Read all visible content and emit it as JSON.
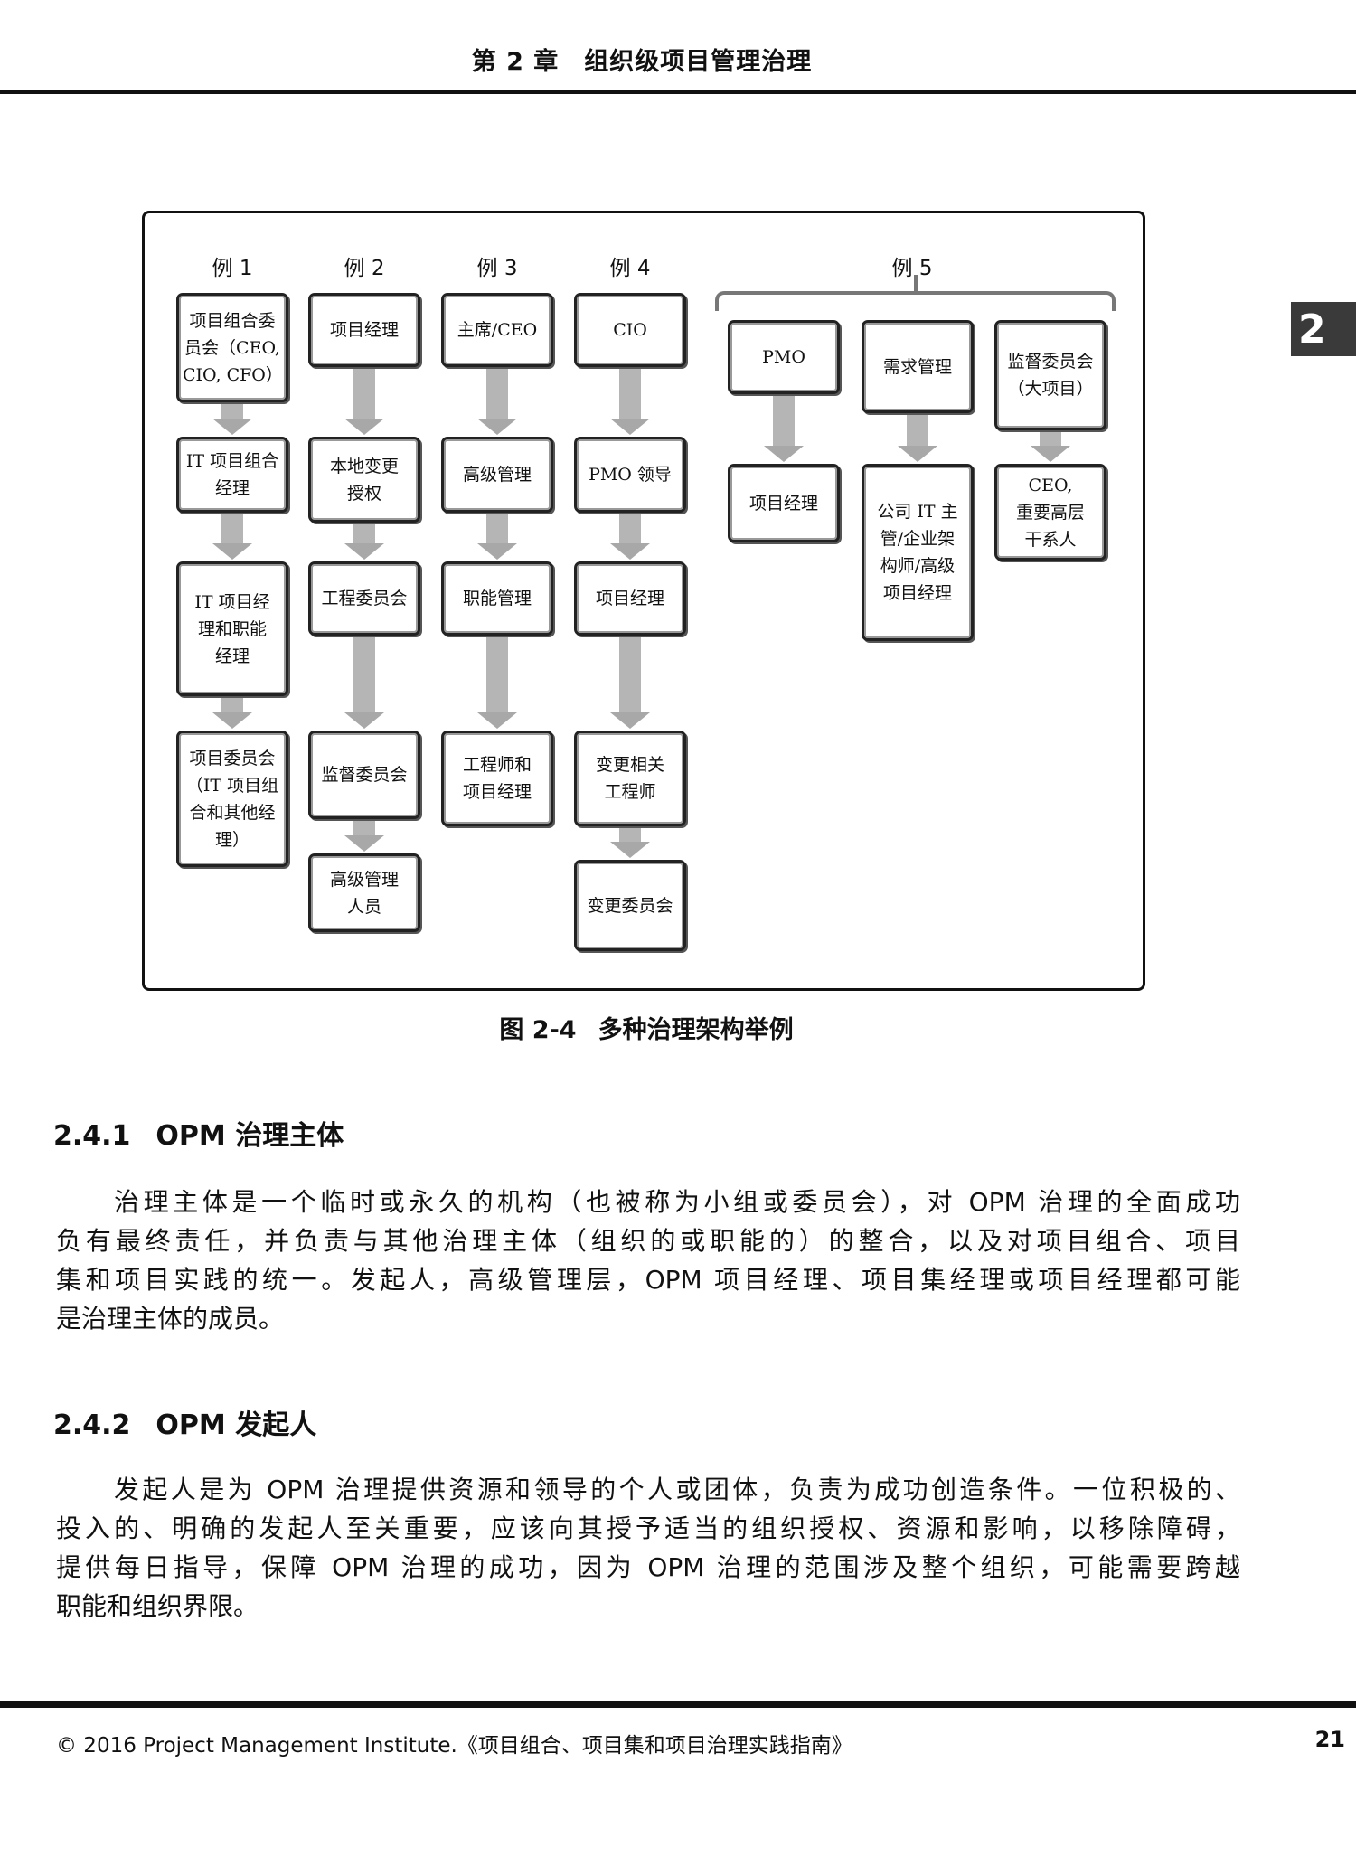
{
  "header": {
    "chapter": "第 2 章",
    "title": "组织级项目管理治理"
  },
  "side_tab": "2",
  "figure": {
    "examples": [
      {
        "label": "例 1",
        "boxes": [
          "项目组合委\n员会（CEO,\nCIO, CFO）",
          "IT 项目组合\n经理",
          "IT 项目经\n理和职能\n经理",
          "项目委员会\n（IT 项目组\n合和其他经\n理）"
        ]
      },
      {
        "label": "例 2",
        "boxes": [
          "项目经理",
          "本地变更\n授权",
          "工程委员会",
          "监督委员会",
          "高级管理\n人员"
        ]
      },
      {
        "label": "例 3",
        "boxes": [
          "主席/CEO",
          "高级管理",
          "职能管理",
          "工程师和\n项目经理"
        ]
      },
      {
        "label": "例 4",
        "boxes": [
          "CIO",
          "PMO 领导",
          "项目经理",
          "变更相关\n工程师",
          "变更委员会"
        ]
      }
    ],
    "example5": {
      "label": "例 5",
      "pairs": [
        [
          "PMO",
          "项目经理"
        ],
        [
          "需求管理",
          "公司 IT 主\n管/企业架\n构师/高级\n项目经理"
        ],
        [
          "监督委员会\n（大项目）",
          "CEO,\n重要高层\n干系人"
        ]
      ]
    },
    "caption_num": "图 2-4",
    "caption_text": "多种治理架构举例"
  },
  "sections": [
    {
      "num": "2.4.1",
      "title": "OPM 治理主体",
      "lines": [
        "治理主体是一个临时或永久的机构（也被称为小组或委员会），对 OPM 治理的全面成功",
        "负有最终责任，并负责与其他治理主体（组织的或职能的）的整合，以及对项目组合、项目",
        "集和项目实践的统一。发起人，高级管理层，OPM 项目经理、项目集经理或项目经理都可能",
        "是治理主体的成员。"
      ]
    },
    {
      "num": "2.4.2",
      "title": "OPM 发起人",
      "lines": [
        "发起人是为 OPM 治理提供资源和领导的个人或团体，负责为成功创造条件。一位积极的、",
        "投入的、明确的发起人至关重要，应该向其授予适当的组织授权、资源和影响，以移除障碍，",
        "提供每日指导，保障 OPM 治理的成功，因为 OPM 治理的范围涉及整个组织，可能需要跨越",
        "职能和组织界限。"
      ]
    }
  ],
  "footer": {
    "text": "© 2016 Project Management Institute.《项目组合、项目集和项目治理实践指南》",
    "page": "21"
  }
}
